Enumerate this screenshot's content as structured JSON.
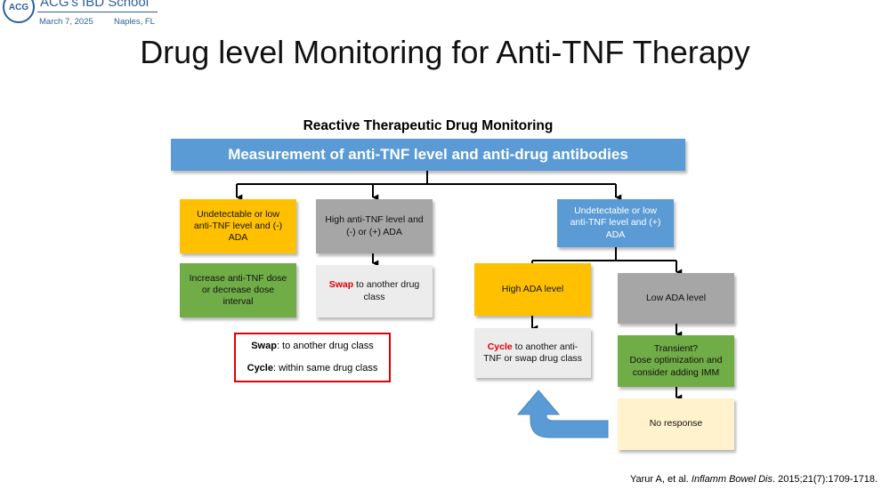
{
  "header": {
    "logo_text": "ACG",
    "school": "ACG's IBD School",
    "date": "March 7, 2025",
    "location": "Naples, FL"
  },
  "title": "Drug level Monitoring for Anti-TNF Therapy",
  "subtitle": "Reactive Therapeutic Drug Monitoring",
  "boxes": {
    "main": "Measurement of anti-TNF level and anti-drug antibodies",
    "undetectable_neg": "Undetectable or low anti-TNF level and (-) ADA",
    "high_tnf": "High anti-TNF level and (-) or (+) ADA",
    "undetectable_pos": "Undetectable or low anti-TNF level and (+) ADA",
    "increase_dose": "Increase anti-TNF dose or decrease dose interval",
    "swap_word": "Swap",
    "swap_rest": " to another drug class",
    "high_ada": "High ADA level",
    "low_ada": "Low ADA level",
    "cycle_word": "Cycle",
    "cycle_rest": " to another anti-TNF or swap drug class",
    "transient_1": "Transient?",
    "transient_2": "Dose optimization and consider adding IMM",
    "no_response": "No response"
  },
  "legend": {
    "swap_term": "Swap",
    "swap_def": ": to another drug class",
    "cycle_term": "Cycle",
    "cycle_def": ": within same drug class"
  },
  "citation": {
    "authors": "Yarur A, et al. ",
    "journal": "Inflamm Bowel Dis",
    "details": ". 2015;21(7):1709-1718."
  },
  "colors": {
    "blue": "#5b9bd5",
    "yellow": "#ffc000",
    "green": "#70ad47",
    "grey": "#a6a6a6",
    "light": "#ececec",
    "cream": "#fff2cc",
    "red": "#e00000"
  }
}
